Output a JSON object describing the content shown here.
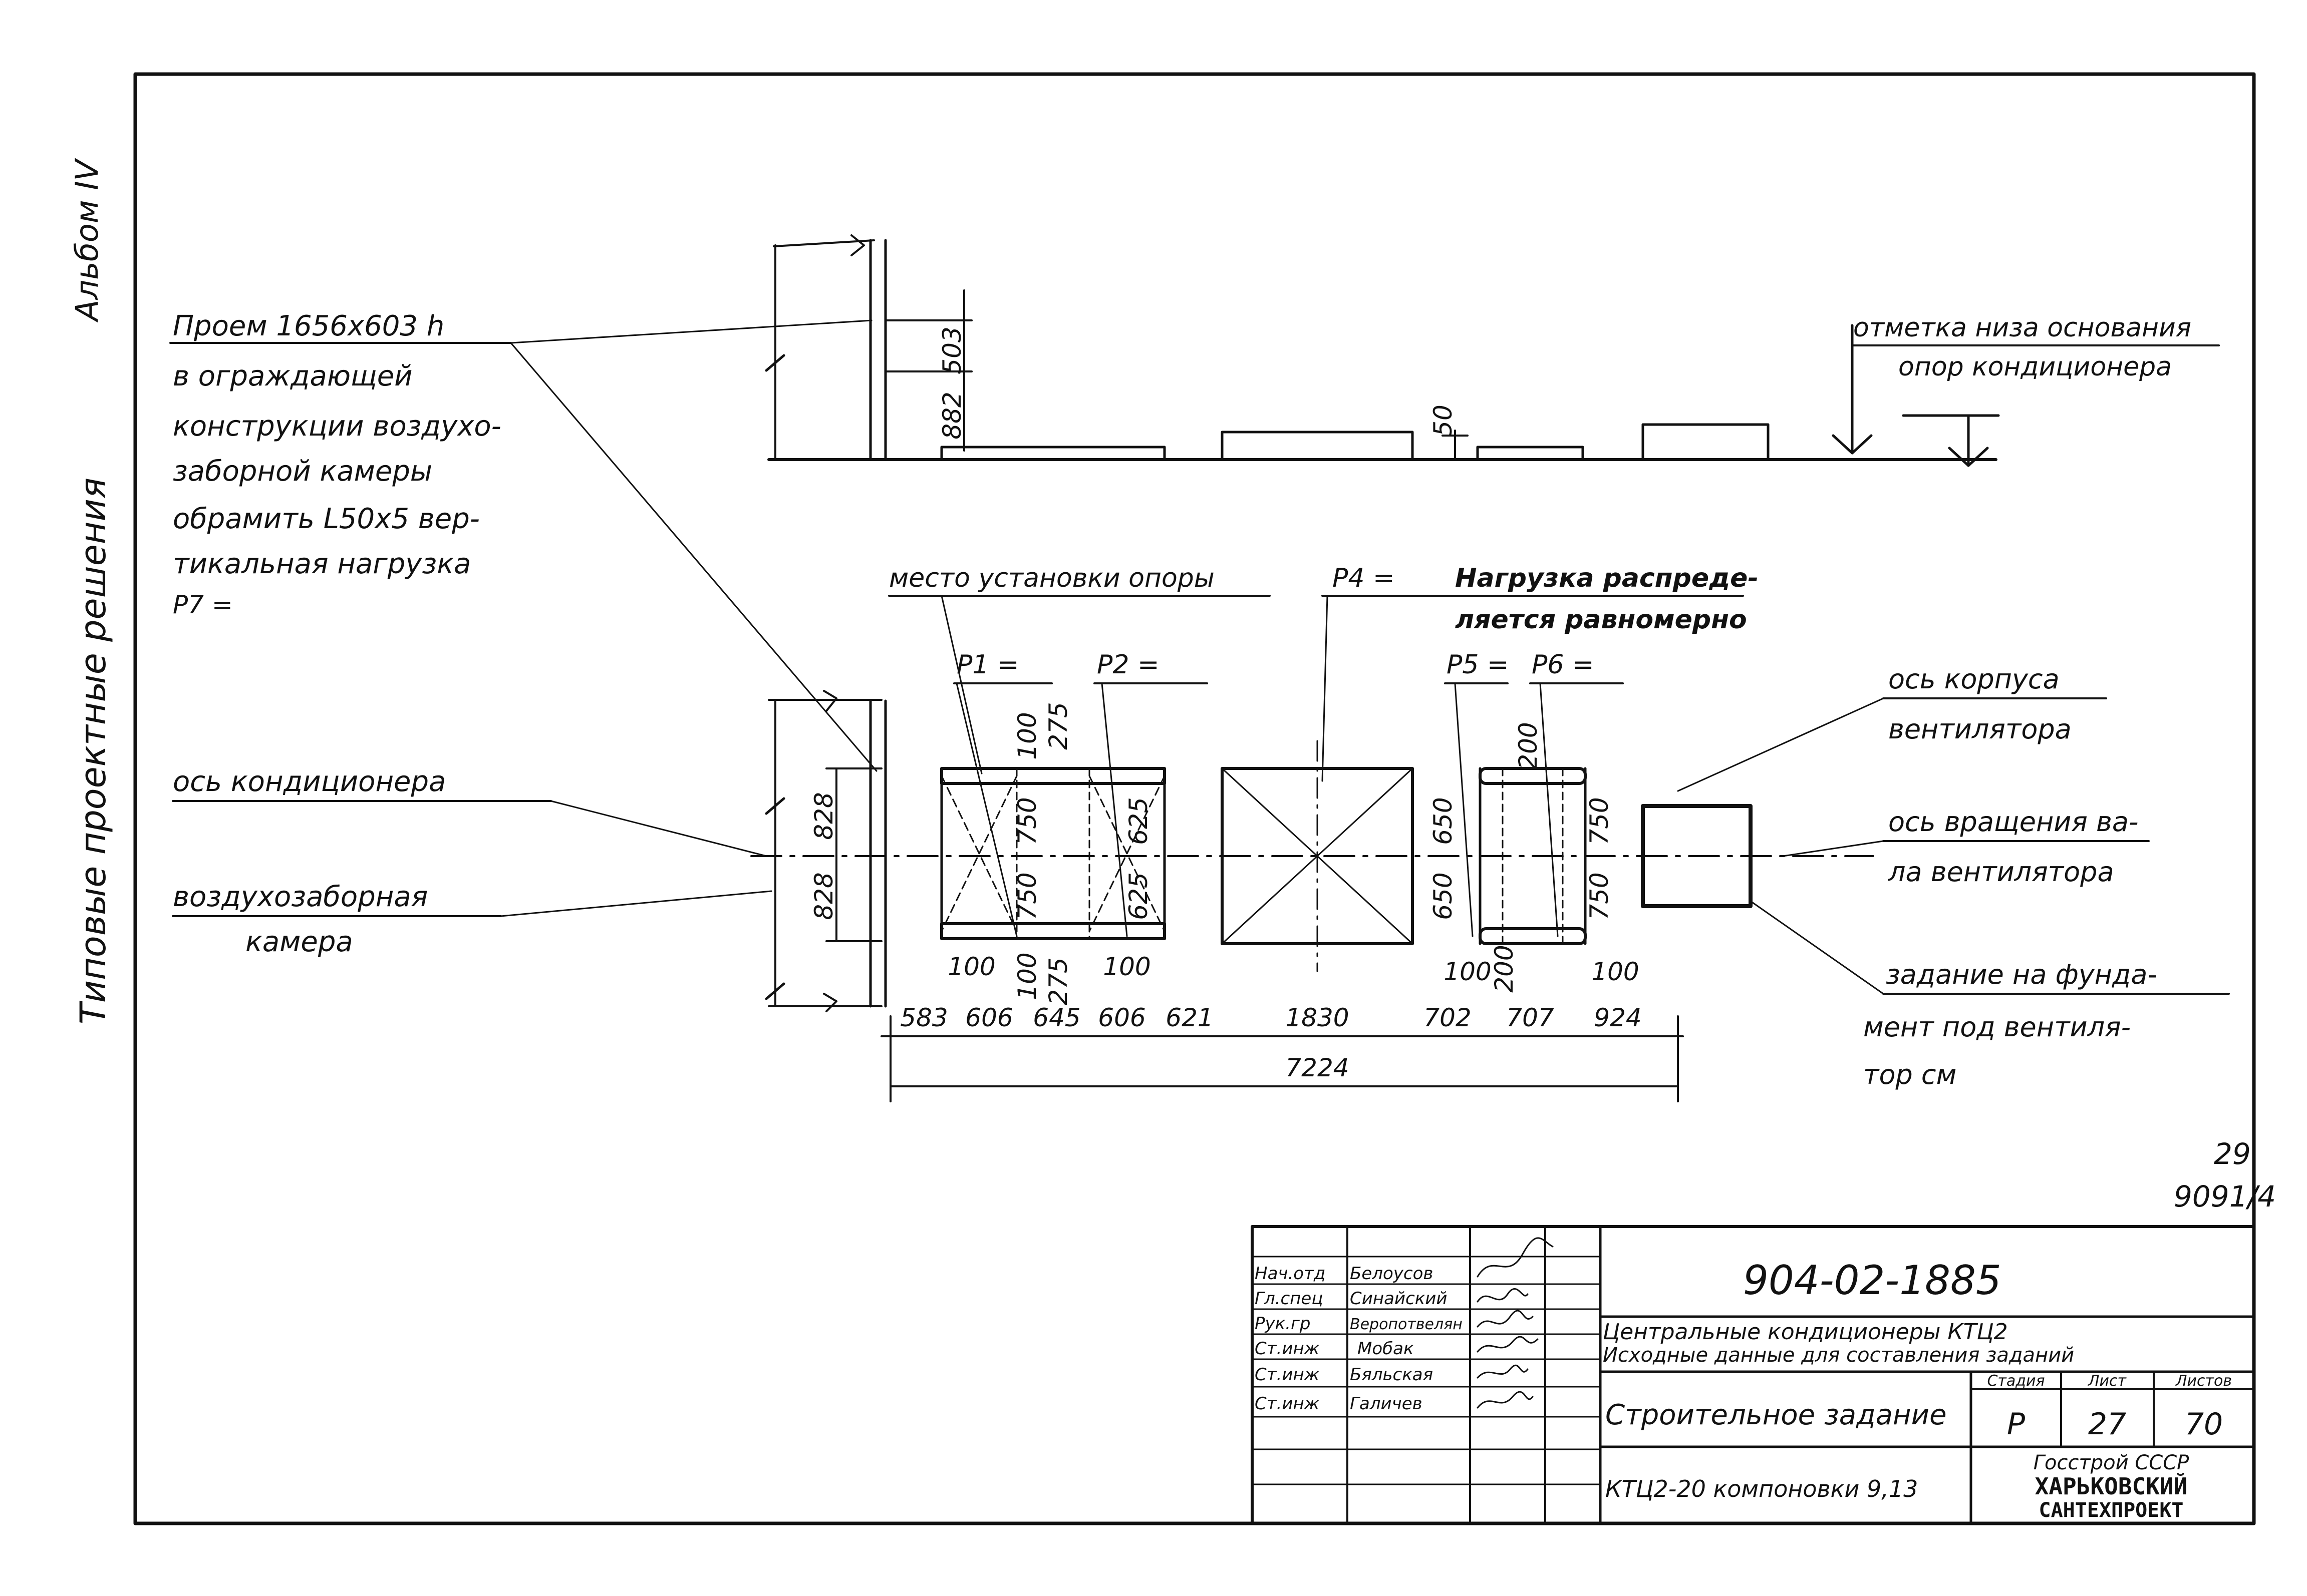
{
  "margin": {
    "album": "Альбом IV",
    "series_title": "Типовые проектные решения"
  },
  "labels": {
    "opening": "Проем 1656x603 h",
    "opening_desc": [
      "в ограждающей",
      "конструкции воздухо-",
      "заборной камеры",
      "обрамить L50x5 вер-",
      "тикальная нагрузка",
      "P7 ="
    ],
    "foundation_mark": [
      "отметка низа основания",
      "опор кондиционера"
    ],
    "support_place": "место установки опоры",
    "p4": "P4 =",
    "distributed_load": [
      "Нагрузка распреде-",
      "ляется равномерно"
    ],
    "p1": "P1 =",
    "p2": "P2 =",
    "p5": "P5 =",
    "p6": "P6 =",
    "fan_housing_axis": [
      "ось корпуса",
      "вентилятора"
    ],
    "conditioner_axis": "ось кондиционера",
    "shaft_axis": [
      "ось вращения ва-",
      "ла вентилятора"
    ],
    "intake_chamber": [
      "воздухозаборная",
      "камера"
    ],
    "foundation_task": [
      "задание на фунда-",
      "мент под вентиля-",
      "тор см"
    ]
  },
  "dimensions": {
    "elevation": [
      "503",
      "882",
      "50"
    ],
    "chain": [
      "583",
      "606",
      "645",
      "606",
      "621",
      "1830",
      "702",
      "707",
      "924"
    ],
    "overall": "7224",
    "height_left": [
      "828",
      "828"
    ],
    "support_small": [
      "100",
      "275",
      "750",
      "750",
      "625",
      "625",
      "100",
      "275",
      "100",
      "100"
    ],
    "right_supports": [
      "200",
      "650",
      "650",
      "750",
      "750",
      "200",
      "100",
      "100"
    ]
  },
  "sheet_ref": [
    "29",
    "9091/4"
  ],
  "title_block": {
    "drawing_number": "904-02-1885",
    "title_line1": "Центральные кондиционеры КТЦ2",
    "title_line2": "Исходные данные для составления заданий",
    "sheet_name": "Строительное задание",
    "subtitle": "КТЦ2-20 компоновки 9,13",
    "stage_header": "Стадия",
    "sheet_header": "Лист",
    "sheets_header": "Листов",
    "stage": "Р",
    "sheet": "27",
    "sheets": "70",
    "org": [
      "Госстрой СССР",
      "ХАРЬКОВСКИЙ",
      "САНТЕХПРОЕКТ"
    ],
    "roles": [
      "Нач.отд",
      "Гл.спец",
      "Рук.гр",
      "Ст.инж",
      "Ст.инж",
      "Ст.инж"
    ],
    "names": [
      "Белоусов",
      "Синайский",
      "Веропотвелян",
      "Мобак",
      "Бяльская",
      "Галичев"
    ]
  }
}
